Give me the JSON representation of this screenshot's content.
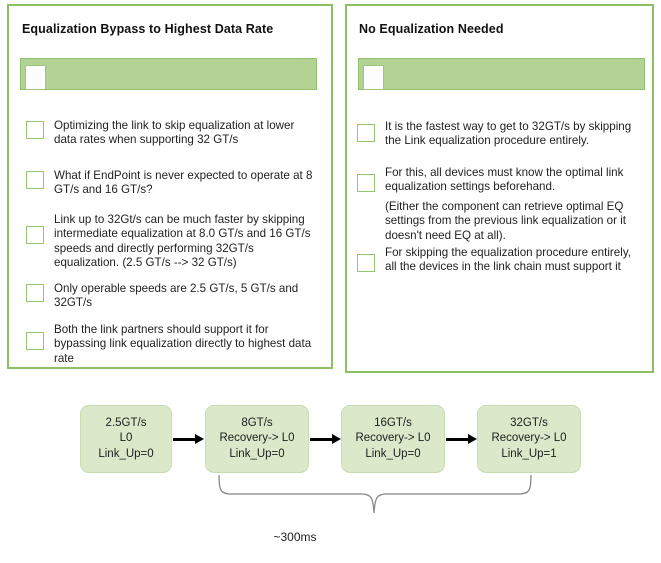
{
  "panels": [
    {
      "title": "Equalization Bypass to Highest Data Rate",
      "items": [
        "Optimizing the link to skip equalization at lower data rates when supporting 32 GT/s",
        "What if EndPoint is never expected to operate at 8 GT/s and 16 GT/s?",
        "Link up to 32Gt/s can be much faster by skipping intermediate equalization at 8.0 GT/s and 16 GT/s speeds and directly performing 32GT/s equalization. (2.5 GT/s --> 32 GT/s)",
        "Only operable speeds are 2.5 GT/s, 5 GT/s and 32GT/s",
        "Both the link partners should support it for bypassing link equalization directly to highest data rate"
      ]
    },
    {
      "title": "No Equalization Needed",
      "items": [
        "It is the fastest way to get to 32GT/s by skipping the Link equalization procedure entirely.",
        "For this, all devices must know the optimal link equalization settings beforehand.",
        "For skipping the equalization procedure entirely, all the devices in the link chain must support it"
      ],
      "sub_note": "(Either the component can retrieve optimal EQ settings from the previous link equalization or it doesn't need EQ at all)."
    }
  ],
  "flow": {
    "boxes": [
      {
        "rate": "2.5GT/s",
        "state": "L0",
        "link_up": "Link_Up=0"
      },
      {
        "rate": "8GT/s",
        "state": "Recovery-> L0",
        "link_up": "Link_Up=0"
      },
      {
        "rate": "16GT/s",
        "state": "Recovery-> L0",
        "link_up": "Link_Up=0"
      },
      {
        "rate": "32GT/s",
        "state": "Recovery-> L0",
        "link_up": "Link_Up=1"
      }
    ],
    "duration_label": "~300ms"
  },
  "colors": {
    "panel_border": "#8cc063",
    "bar_fill": "#b2d394",
    "checkbox_border": "#93c572",
    "flow_box_fill": "#dbe8ca",
    "flow_box_border": "#c7dcb1",
    "arrow": "#000000"
  }
}
